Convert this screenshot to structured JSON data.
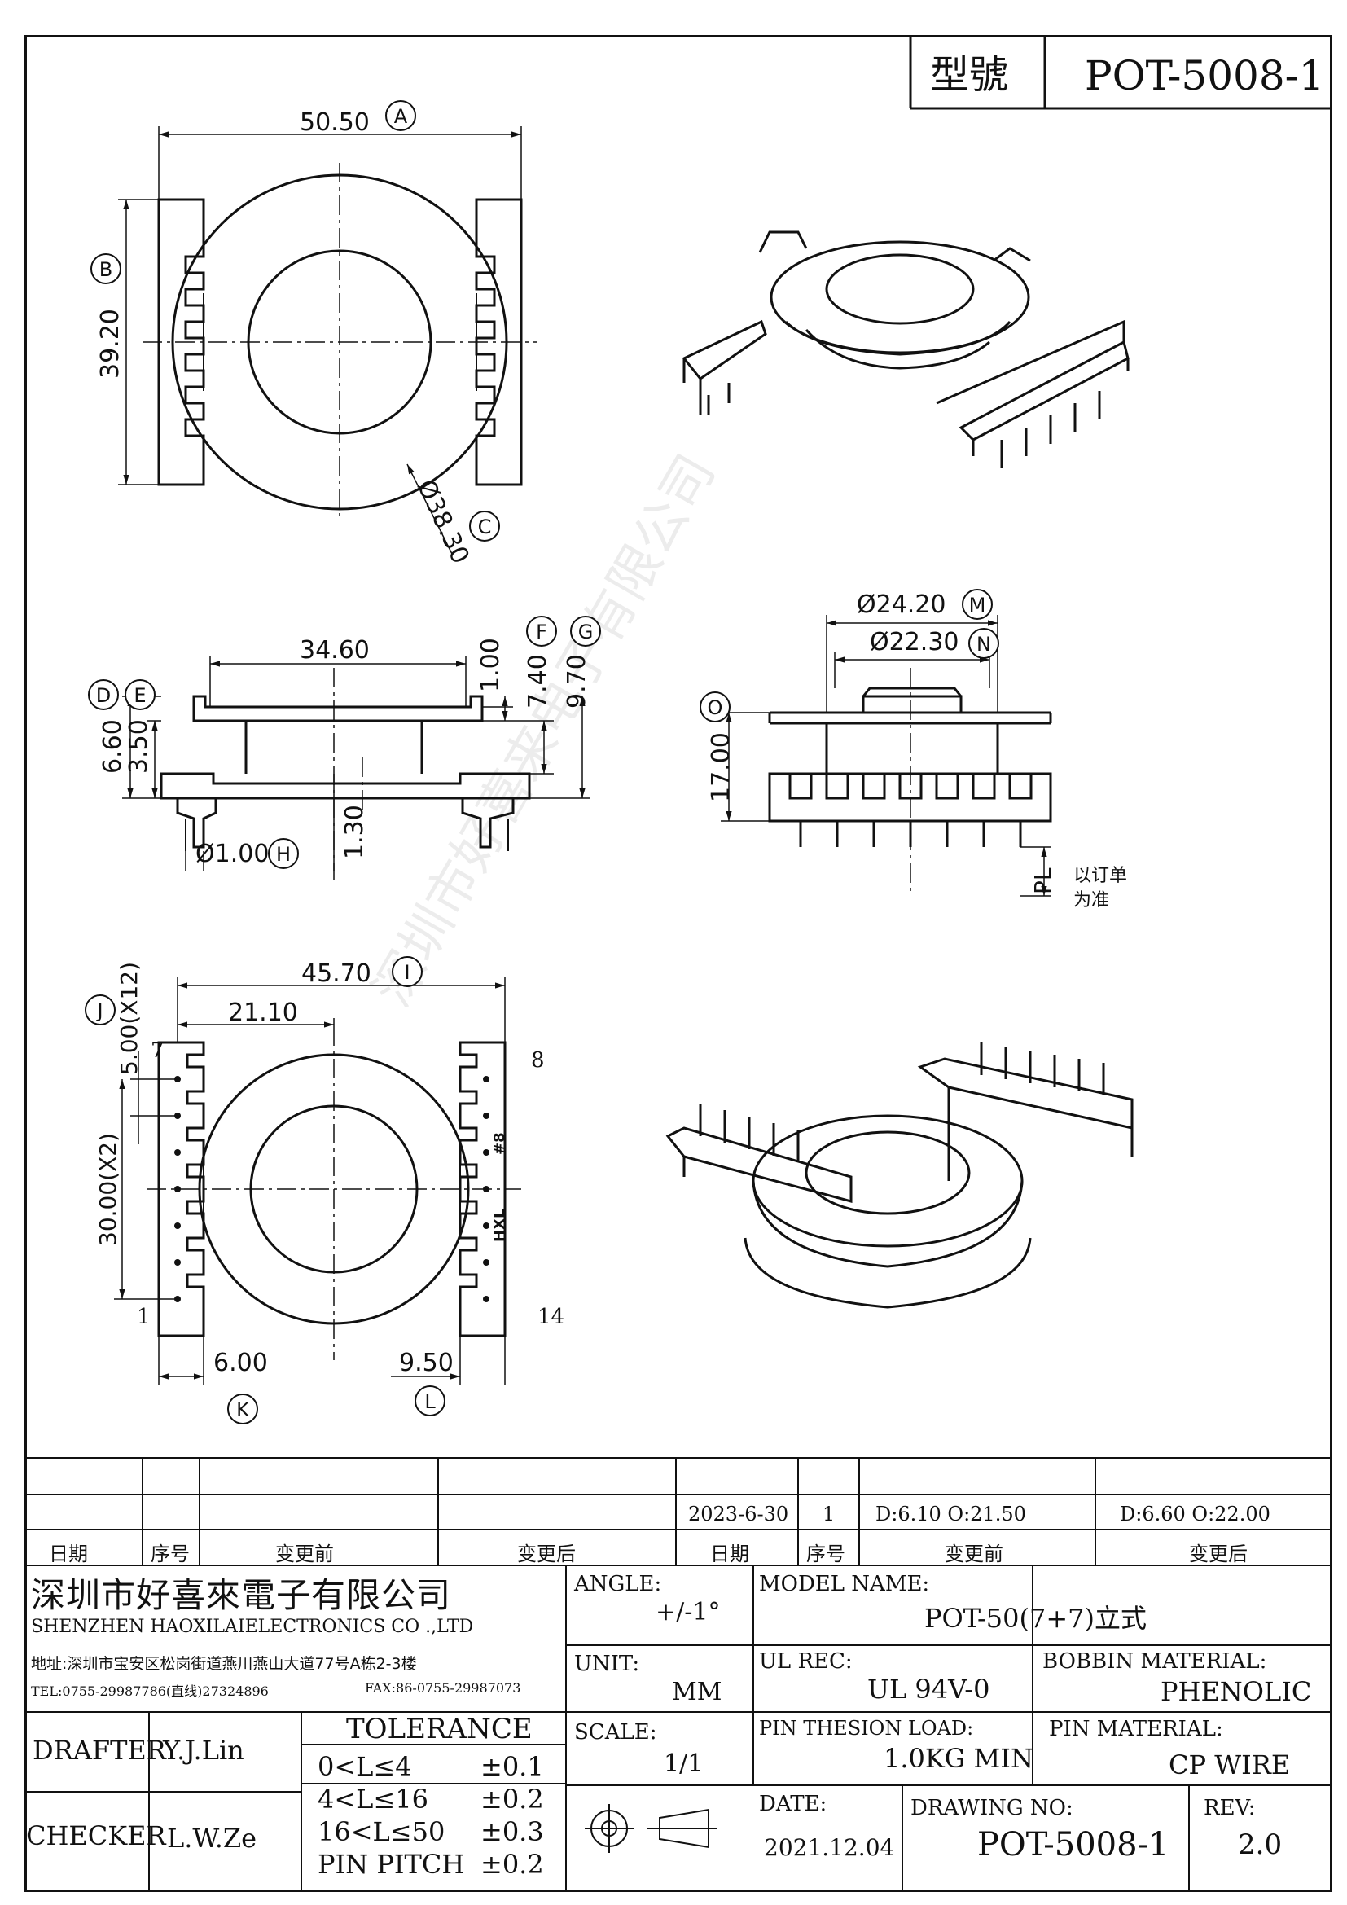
{
  "header": {
    "model_label": "型號",
    "model_value": "POT-5008-1"
  },
  "dims": {
    "A": "50.50",
    "B": "39.20",
    "C": "Ø38.30",
    "D": "6.60",
    "E": "3.50",
    "F": "1.00",
    "G": "9.70",
    "FG": "7.40",
    "H": "Ø1.00",
    "width_346": "34.60",
    "pin_130": "1.30",
    "M": "Ø24.20",
    "N": "Ø22.30",
    "O": "17.00",
    "PL": "PL",
    "PL_note1": "以订单",
    "PL_note2": "为准",
    "I": "45.70",
    "I_sub": "21.10",
    "J1": "5.00(X12)",
    "J2": "30.00(X2)",
    "K": "6.00",
    "L": "9.50",
    "pin1": "1",
    "pin7": "7",
    "pin8": "8",
    "pin14": "14",
    "mark_hxl": "HXL",
    "mark_num": "#8"
  },
  "circles": [
    "A",
    "B",
    "C",
    "D",
    "E",
    "F",
    "G",
    "H",
    "M",
    "N",
    "O",
    "I",
    "J",
    "K",
    "L"
  ],
  "revision": {
    "row1": {
      "date": "2023-6-30",
      "seq": "1",
      "before": "D:6.10  O:21.50",
      "after": "D:6.60  O:22.00"
    },
    "headers": [
      "日期",
      "序号",
      "变更前",
      "变更后",
      "日期",
      "序号",
      "变更前",
      "变更后"
    ]
  },
  "company": {
    "name_cn": "深圳市好喜來電子有限公司",
    "name_en": "SHENZHEN HAOXILAIELECTRONICS CO .,LTD",
    "address": "地址:深圳市宝安区松岗街道燕川燕山大道77号A栋2-3楼",
    "tel": "TEL:0755-29987786(直线)27324896",
    "fax": "FAX:86-0755-29987073",
    "watermark": "深圳市好喜来电子有限公司"
  },
  "info": {
    "angle_label": "ANGLE:",
    "angle_value": "+/-1°",
    "model_name_label": "MODEL NAME:",
    "model_name_value": "POT-50(7+7)立式",
    "unit_label": "UNIT:",
    "unit_value": "MM",
    "ul_label": "UL REC:",
    "ul_value": "UL 94V-0",
    "bobbin_label": "BOBBIN MATERIAL:",
    "bobbin_value": "PHENOLIC",
    "scale_label": "SCALE:",
    "scale_value": "1/1",
    "pin_load_label": "PIN THESION LOAD:",
    "pin_load_value": "1.0KG MIN",
    "pin_mat_label": "PIN MATERIAL:",
    "pin_mat_value": "CP   WIRE",
    "date_label": "DATE:",
    "date_value": "2021.12.04",
    "drawing_label": "DRAWING NO:",
    "drawing_value": "POT-5008-1",
    "rev_label": "REV:",
    "rev_value": "2.0",
    "drafter_label": "DRAFTER",
    "drafter_value": "Y.J.Lin",
    "checker_label": "CHECKER",
    "checker_value": "L.W.Ze",
    "tolerance_title": "TOLERANCE",
    "tolerance": [
      {
        "range": "0<L≤4",
        "tol": "±0.1"
      },
      {
        "range": "4<L≤16",
        "tol": "±0.2"
      },
      {
        "range": "16<L≤50",
        "tol": "±0.3"
      },
      {
        "range": "PIN PITCH",
        "tol": "±0.2"
      }
    ]
  }
}
